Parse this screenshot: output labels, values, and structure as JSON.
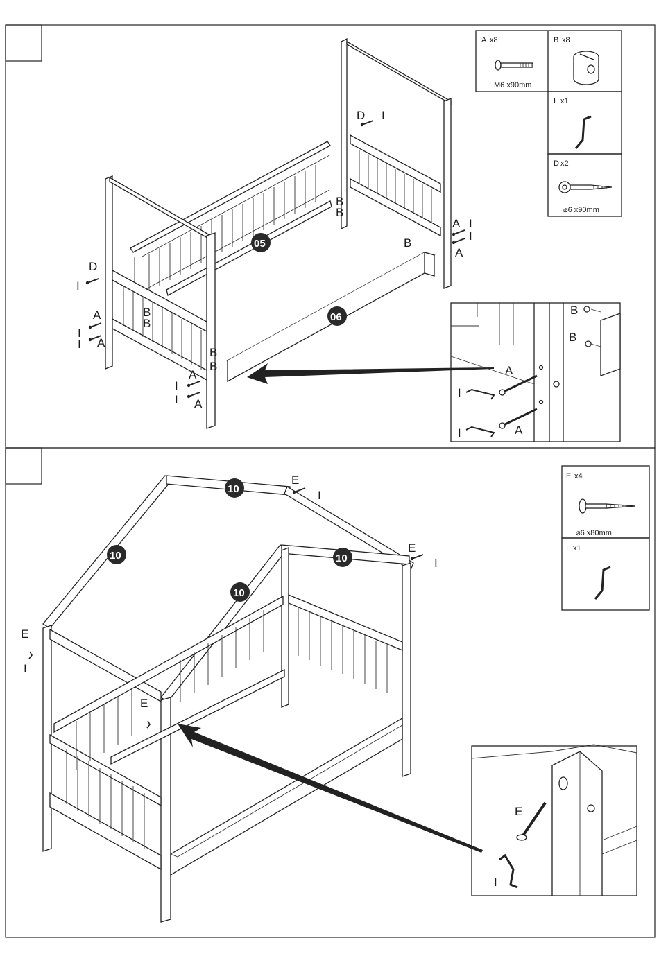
{
  "step1": {
    "parts": {
      "a": {
        "letter": "A",
        "qty": "x8",
        "size": "M6 x90mm"
      },
      "b": {
        "letter": "B",
        "qty": "x8"
      },
      "i": {
        "letter": "I",
        "qty": "x1"
      },
      "d": {
        "letter": "D",
        "qty": "x2",
        "size": "⌀6 x90mm"
      }
    },
    "badges": [
      "05",
      "06"
    ],
    "callouts": {
      "A": "A",
      "B": "B",
      "D": "D",
      "I": "I"
    }
  },
  "step2": {
    "parts": {
      "e": {
        "letter": "E",
        "qty": "x4",
        "size": "⌀6 x80mm"
      },
      "i": {
        "letter": "I",
        "qty": "x1"
      }
    },
    "badges": [
      "10",
      "10",
      "10",
      "10",
      "10"
    ],
    "callouts": {
      "E": "E",
      "I": "I"
    }
  },
  "colors": {
    "ink": "#1a1a1a",
    "badge": "#2a2a2a",
    "paper": "#ffffff"
  }
}
